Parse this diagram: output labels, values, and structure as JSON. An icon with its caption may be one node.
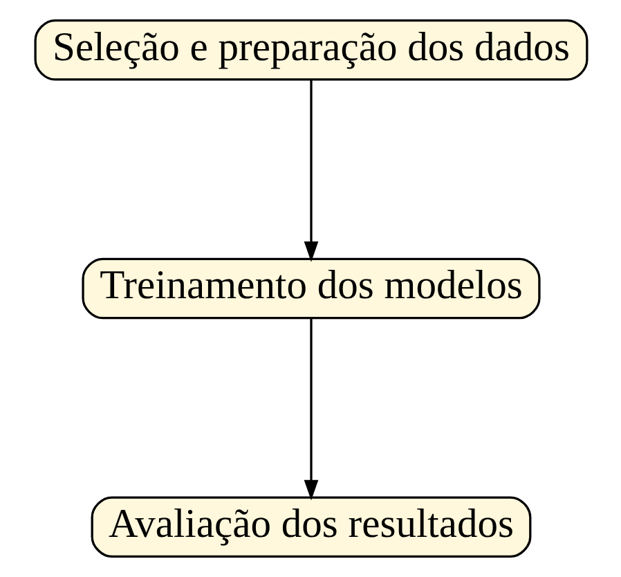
{
  "diagram": {
    "nodes": [
      {
        "text": [
          "Seleção e preparação dos dados"
        ]
      },
      {
        "text": [
          "Treinamento dos modelos"
        ]
      },
      {
        "text": [
          "Avaliação dos resultados"
        ]
      }
    ],
    "edges": [
      {
        "from": 0,
        "to": 1,
        "arrow": "to"
      },
      {
        "from": 1,
        "to": 2,
        "arrow": "to"
      }
    ]
  }
}
